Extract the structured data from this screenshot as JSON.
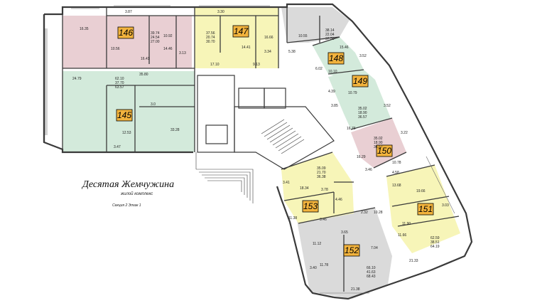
{
  "plan": {
    "title": "Десятая Жемчужина",
    "subtitle": "жилой комплекс",
    "section_floor": "Секция 2 Этаж 1",
    "colors": {
      "pink": "#e9cfd3",
      "yellow": "#f7f5b8",
      "green": "#d3eadb",
      "gray": "#dadada",
      "label_bg": "#f2b33d",
      "wall": "#3a3a3a"
    },
    "apartments": [
      {
        "number": "146",
        "color": "pink",
        "totals": [
          "39.74",
          "24.54",
          "27.00"
        ]
      },
      {
        "number": "147",
        "color": "yellow",
        "totals": [
          "37.56",
          "20.74",
          "30.70"
        ]
      },
      {
        "number": "148",
        "color": "green",
        "totals": [
          "38.14",
          "22.04",
          "37.50"
        ]
      },
      {
        "number": "149",
        "color": "green",
        "totals": [
          "35.02",
          "18.90",
          "36.57"
        ]
      },
      {
        "number": "150",
        "color": "pink",
        "totals": [
          "35.02",
          "18.90",
          "36.57"
        ]
      },
      {
        "number": "145",
        "color": "green",
        "totals": [
          "62.10",
          "37.70",
          "63.57"
        ]
      },
      {
        "number": "151",
        "color": "yellow",
        "totals": [
          "62.59",
          "38.51",
          "64.19"
        ]
      },
      {
        "number": "152",
        "color": "gray",
        "totals": [
          "66.10",
          "41.63",
          "68.43"
        ]
      },
      {
        "number": "153",
        "color": "yellow",
        "totals": [
          "35.09",
          "21.70",
          "36.38"
        ]
      }
    ],
    "room_areas": [
      "3.87",
      "16.35",
      "10.56",
      "16.41",
      "14.46",
      "10.92",
      "3.13",
      "3.30",
      "14.41",
      "16.66",
      "3.34",
      "10.55",
      "5.38",
      "17.10",
      "9.13",
      "24.79",
      "35.80",
      "3.0",
      "12.53",
      "33.28",
      "3.47",
      "6.02",
      "10.10",
      "15.46",
      "3.52",
      "4.39",
      "10.79",
      "3.85",
      "3.52",
      "16.76",
      "16.29",
      "3.22",
      "10.78",
      "4.58",
      "3.46",
      "3.41",
      "18.34",
      "3.78",
      "4.46",
      "11.38",
      "3.46",
      "19.66",
      "3.03",
      "11.90",
      "11.66",
      "21.33",
      "3.65",
      "11.12",
      "7.04",
      "11.78",
      "21.38",
      "3.40",
      "2.32",
      "10.28",
      "13.68"
    ]
  }
}
